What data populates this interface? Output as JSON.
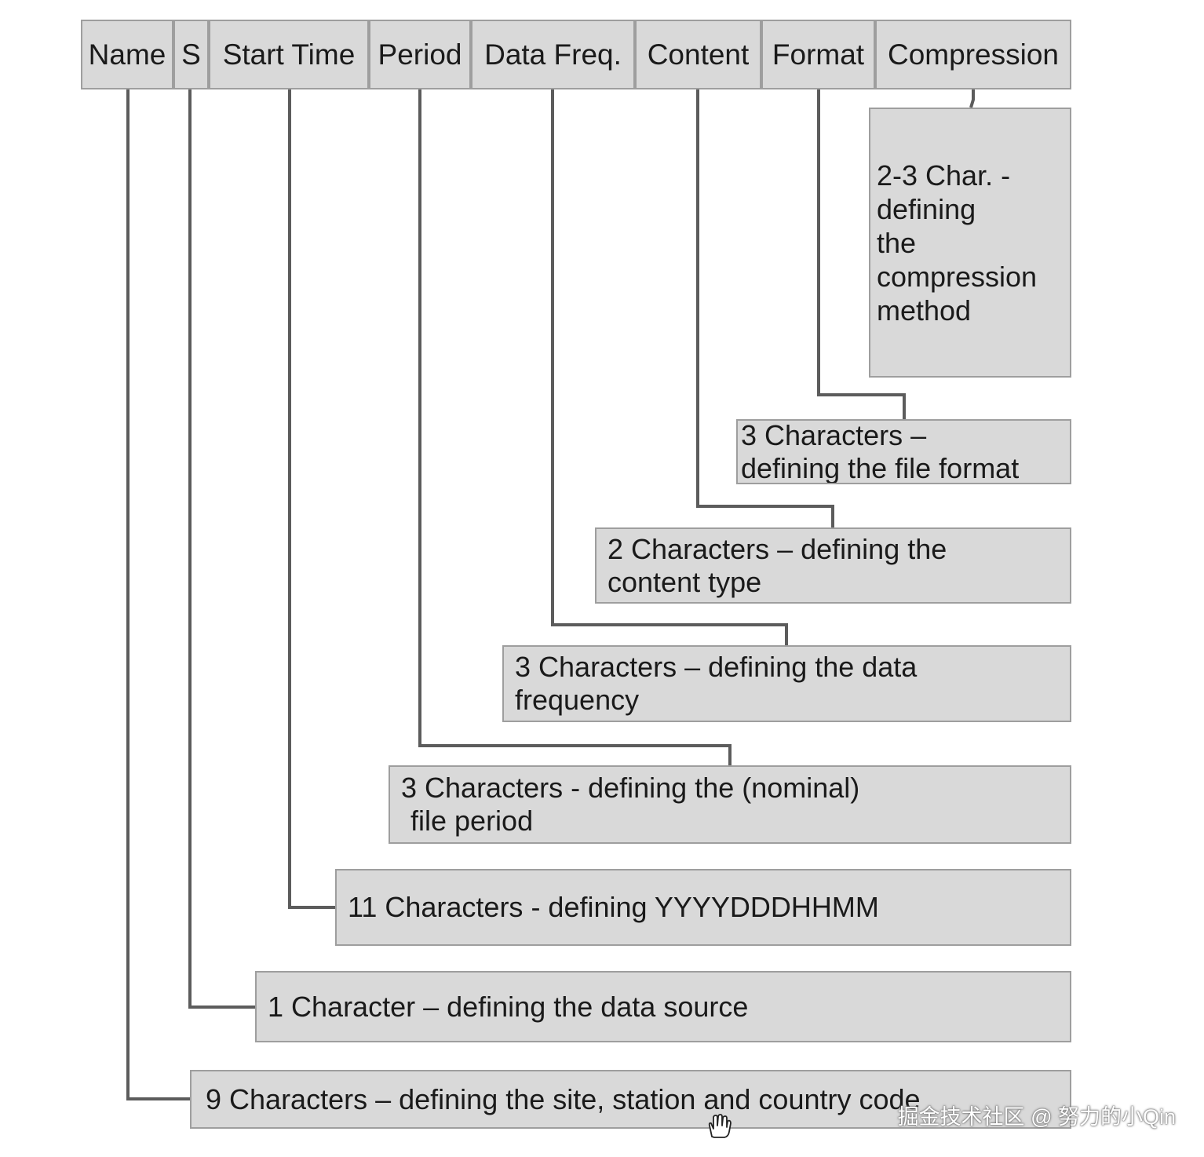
{
  "headers": [
    "Name",
    "S",
    "Start Time",
    "Period",
    "Data Freq.",
    "Content",
    "Format",
    "Compression"
  ],
  "descriptions": {
    "compression": [
      "2-3 Char. -",
      "defining",
      "the",
      "compression",
      "method"
    ],
    "format": [
      "3 Characters –",
      "defining the file format"
    ],
    "content": [
      "2 Characters – defining the",
      "content type"
    ],
    "frequency": [
      "3 Characters – defining the data",
      "frequency"
    ],
    "period": [
      "3 Characters - defining the (nominal)",
      "file period"
    ],
    "start_time": [
      "11 Characters - defining YYYYDDDHHMM"
    ],
    "source": [
      "1 Character – defining the data source"
    ],
    "name": [
      "9 Characters – defining the site, station and country code"
    ]
  },
  "watermark": "掘金技术社区 @ 努力的小Qin",
  "icons": {
    "cursor": "hand-cursor-icon"
  }
}
